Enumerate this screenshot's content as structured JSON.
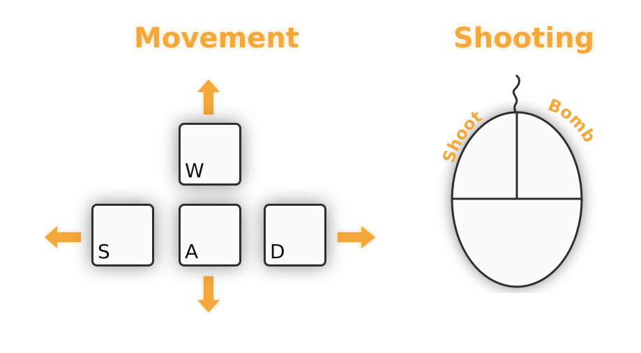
{
  "movement": {
    "title": "Movement",
    "keys": {
      "w": "W",
      "s": "S",
      "a": "A",
      "d": "D"
    }
  },
  "shooting": {
    "title": "Shooting",
    "left_button_label": "Shoot",
    "right_button_label": "Bomb"
  },
  "colors": {
    "accent": "#f4a83a",
    "key_border": "#2f2f2f",
    "key_fill": "#fbfbfb"
  },
  "icons": [
    "arrow-up-icon",
    "arrow-down-icon",
    "arrow-left-icon",
    "arrow-right-icon",
    "mouse-icon"
  ]
}
